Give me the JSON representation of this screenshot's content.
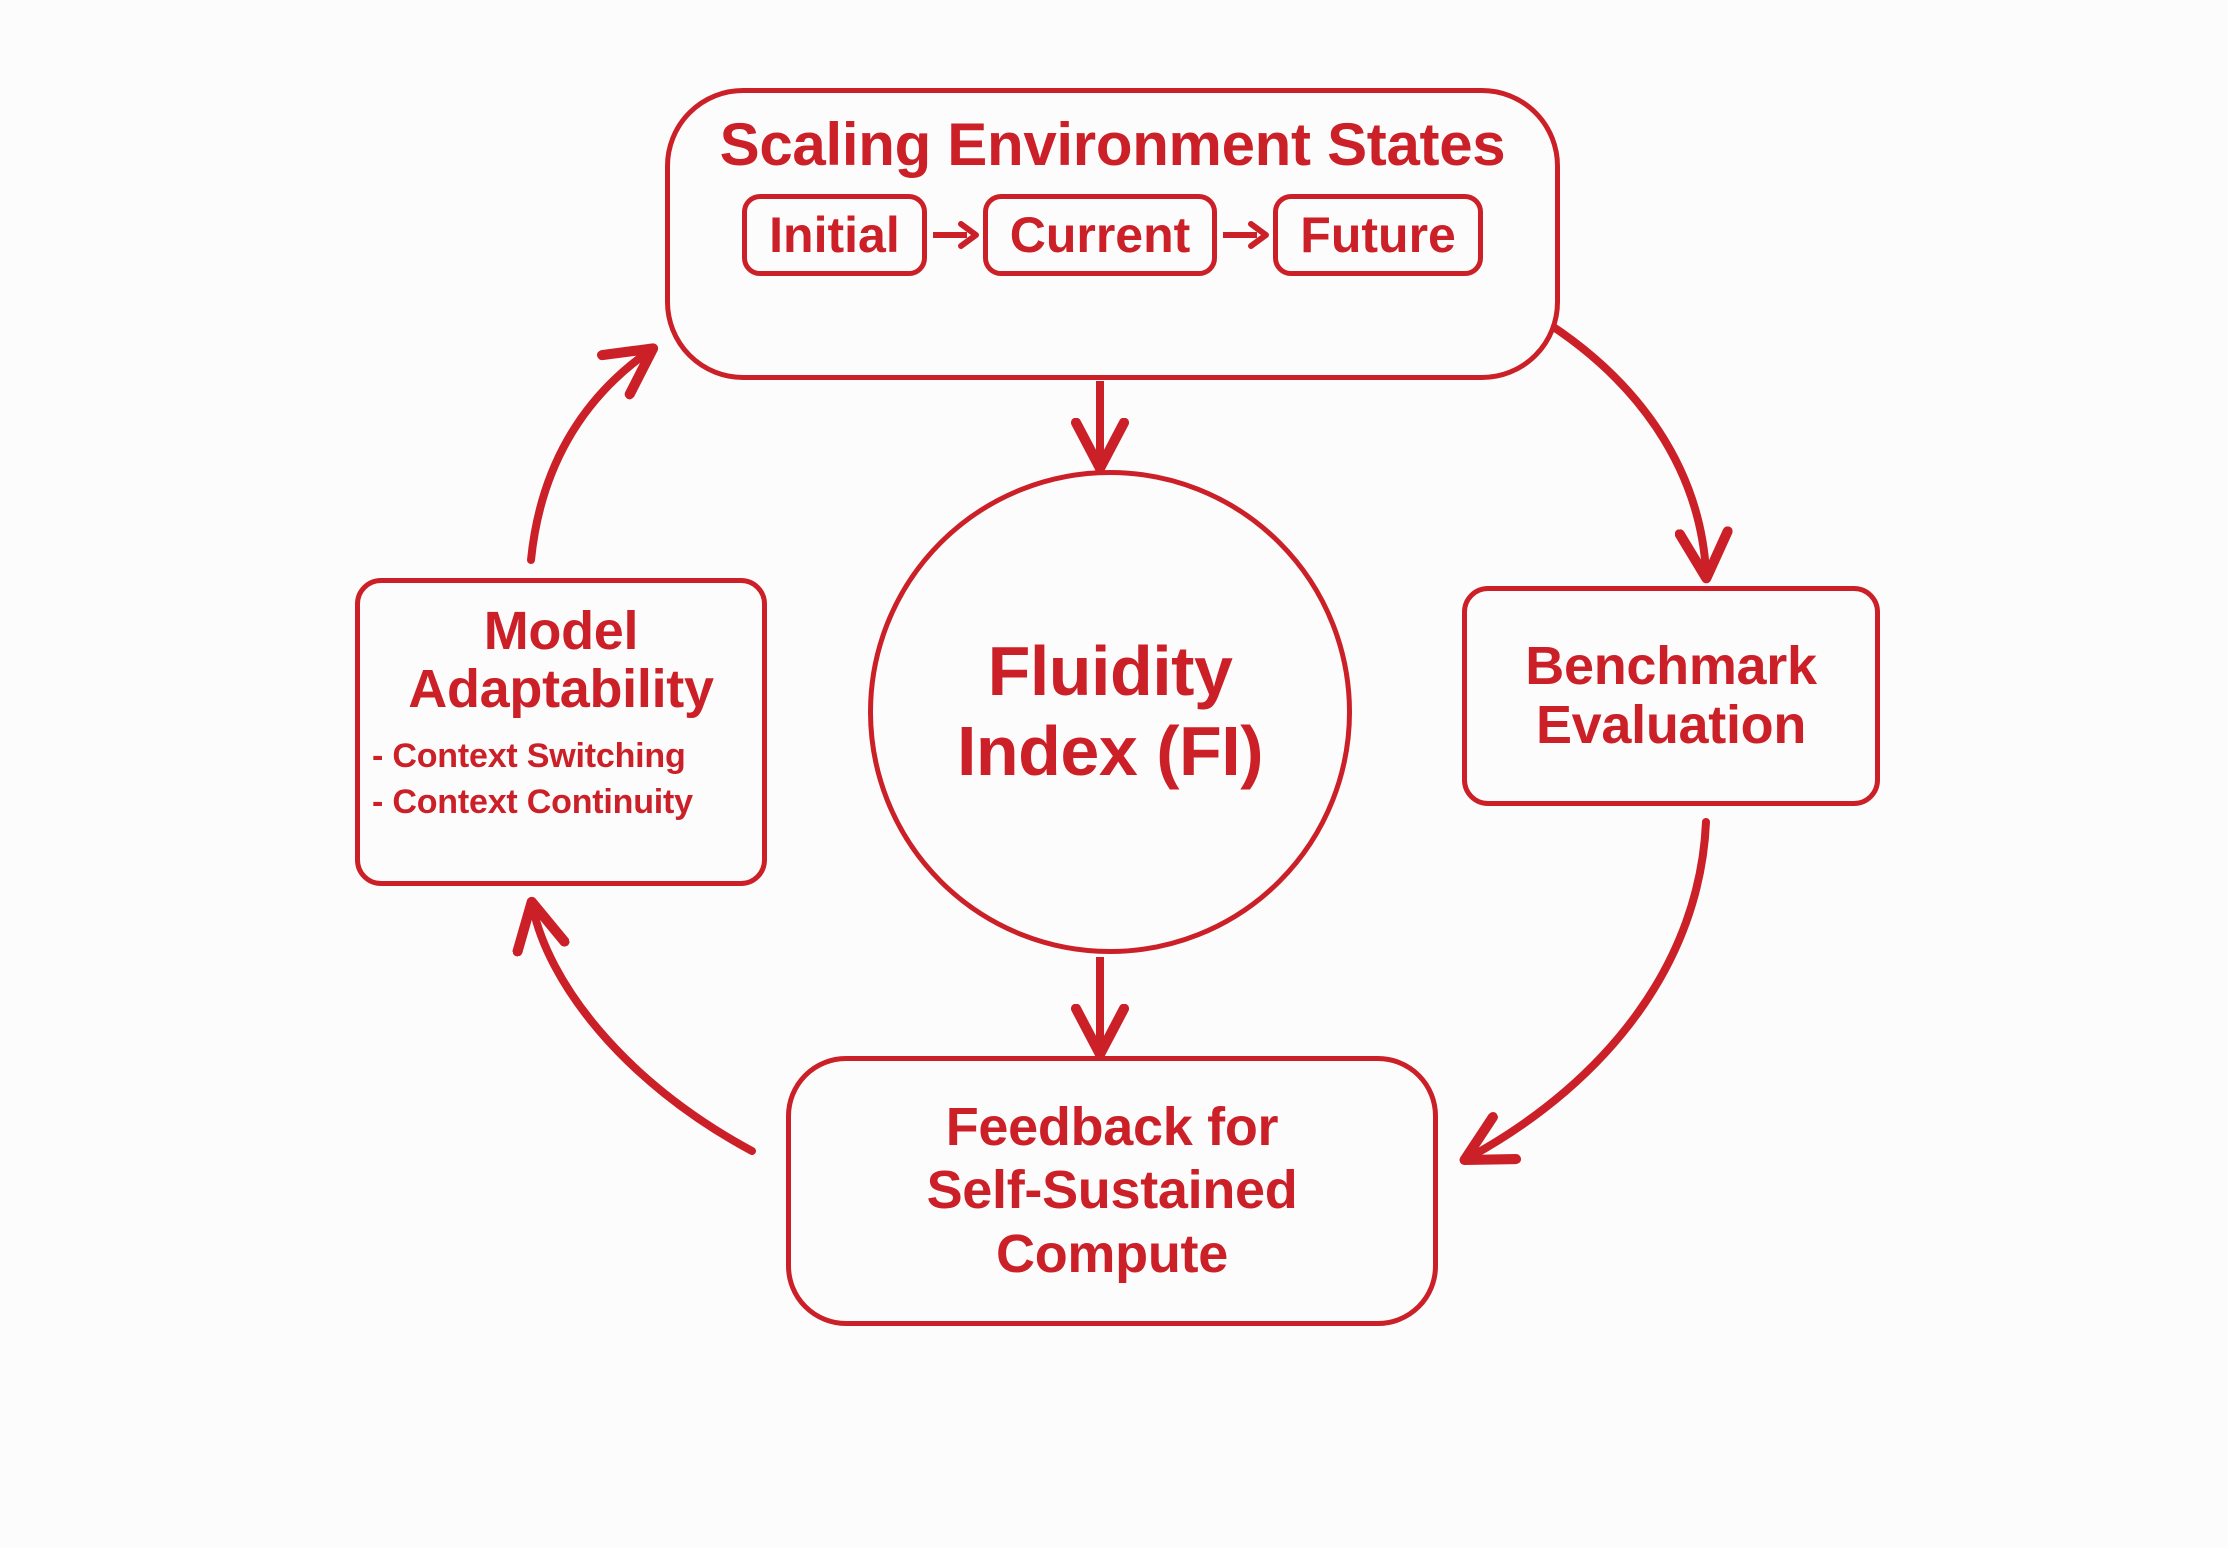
{
  "theme": {
    "accent": "#cc2028",
    "background": "#fcfcfc",
    "stroke_width": 5
  },
  "diagram": {
    "title_node": {
      "label": "Scaling Environment States",
      "states": [
        {
          "label": "Initial"
        },
        {
          "label": "Current"
        },
        {
          "label": "Future"
        }
      ]
    },
    "center": {
      "line1": "Fluidity",
      "line2": "Index (FI)"
    },
    "left": {
      "title_line1": "Model",
      "title_line2": "Adaptability",
      "bullets": [
        "- Context Switching",
        "- Context Continuity"
      ]
    },
    "right": {
      "line1": "Benchmark",
      "line2": "Evaluation"
    },
    "bottom": {
      "line1": "Feedback for",
      "line2": "Self-Sustained",
      "line3": "Compute"
    }
  }
}
